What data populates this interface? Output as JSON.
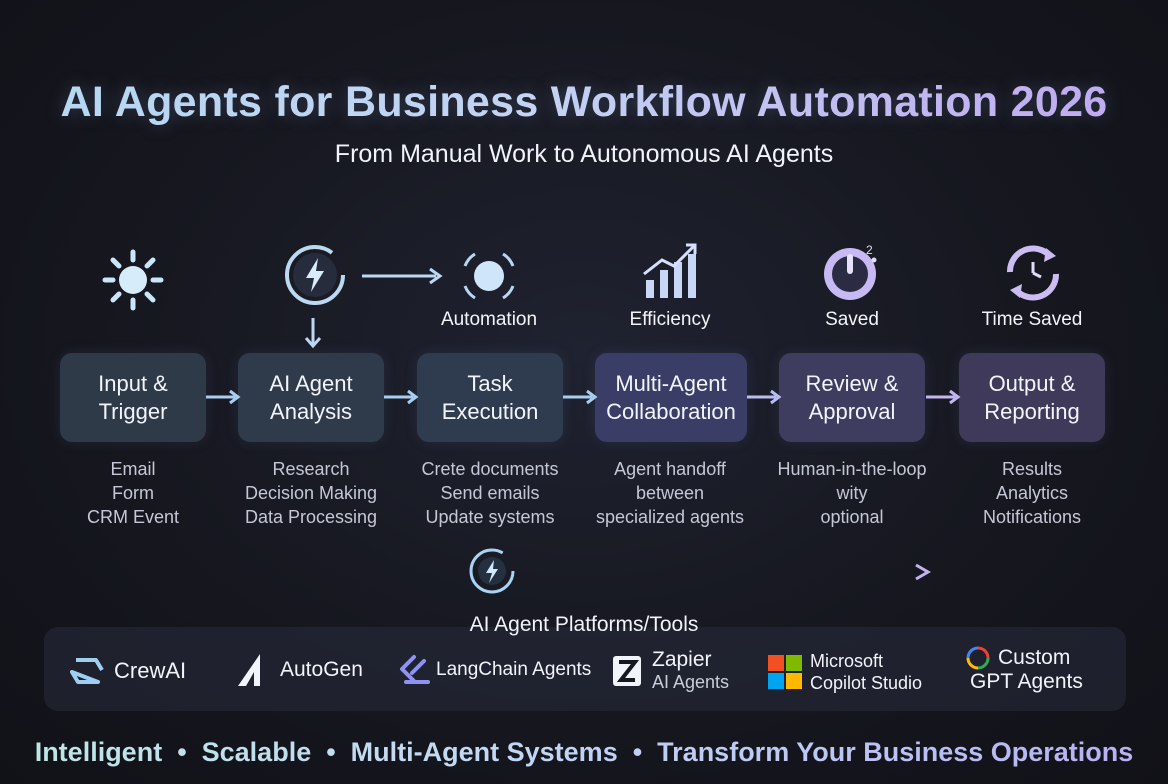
{
  "title": "AI Agents for Business Workflow Automation 2026",
  "subtitle": "From Manual Work to Autonomous AI Agents",
  "metrics": [
    "Automation",
    "Efficiency",
    "Saved",
    "Time Saved"
  ],
  "steps": [
    {
      "label": "Input &\nTrigger",
      "desc": "Email\nForm\nCRM Event",
      "color": "#2e3a48"
    },
    {
      "label": "AI Agent\nAnalysis",
      "desc": "Research\nDecision Making\nData Processing",
      "color": "#2f3b4b"
    },
    {
      "label": "Task\nExecution",
      "desc": "Crete documents\nSend emails\nUpdate systems",
      "color": "#2f3c4f"
    },
    {
      "label": "Multi-Agent\nCollaboration",
      "desc": "Agent handoff\nbetween\nspecialized agents",
      "color": "#3a3d66"
    },
    {
      "label": "Review &\nApproval",
      "desc": "Human-in-the-loop\nwity\noptional",
      "color": "#3e3c5f"
    },
    {
      "label": "Output &\nReporting",
      "desc": "Results\nAnalytics\nNotifications",
      "color": "#3f3a5a"
    }
  ],
  "tools_heading": "AI Agent Platforms/Tools",
  "tools": [
    {
      "name": "CrewAI",
      "icon": "crewai-icon"
    },
    {
      "name": "AutoGen",
      "icon": "autogen-icon"
    },
    {
      "name": "LangChain Agents",
      "icon": "langchain-icon"
    },
    {
      "name": "Zapier",
      "sub": "AI Agents",
      "icon": "zapier-icon"
    },
    {
      "name": "Microsoft",
      "sub": "Copilot Studio",
      "icon": "microsoft-icon"
    },
    {
      "name": "Custom",
      "sub": "GPT Agents",
      "icon": "gpt-icon"
    }
  ],
  "footer": "Intelligent  •  Scalable  •  Multi-Agent Systems  •  Transform Your Business Operations",
  "colors": {
    "accent_blue": "#bfe3f7",
    "accent_purple": "#c7b2f3",
    "arrow": "#a9cdf0"
  }
}
